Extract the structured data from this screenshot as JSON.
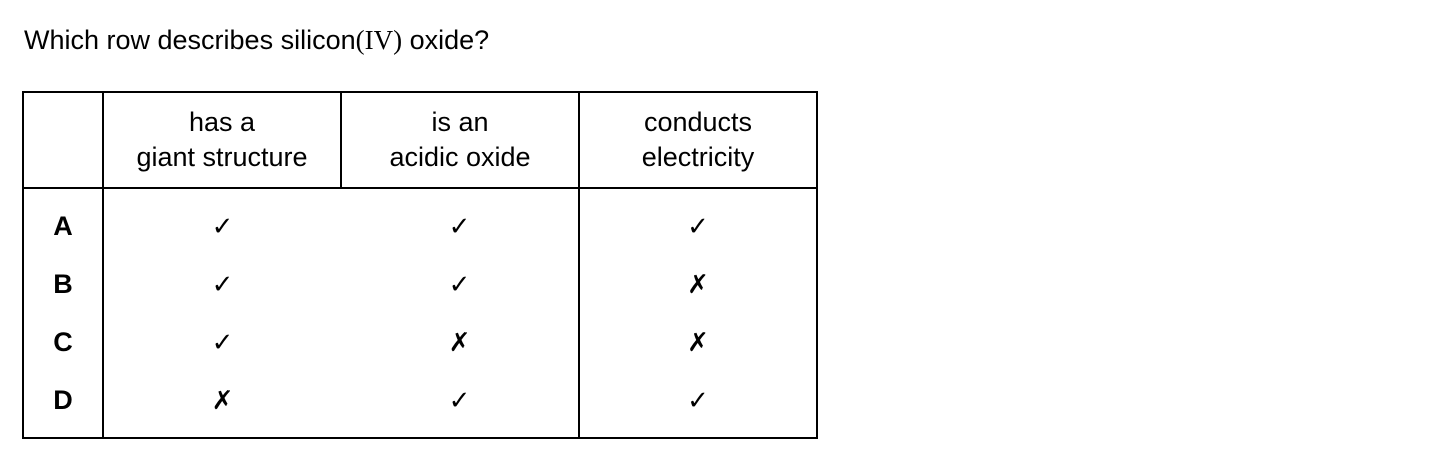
{
  "question": {
    "before": "Which row describes silicon",
    "roman": "(IV)",
    "after": " oxide?"
  },
  "table": {
    "headers": [
      "",
      [
        "has a",
        "giant structure"
      ],
      [
        "is an",
        "acidic oxide"
      ],
      [
        "conducts",
        "electricity"
      ]
    ],
    "rows": [
      {
        "key": "A",
        "marks": [
          "✓",
          "✓",
          "✓"
        ]
      },
      {
        "key": "B",
        "marks": [
          "✓",
          "✓",
          "✗"
        ]
      },
      {
        "key": "C",
        "marks": [
          "✓",
          "✗",
          "✗"
        ]
      },
      {
        "key": "D",
        "marks": [
          "✗",
          "✓",
          "✓"
        ]
      }
    ]
  }
}
